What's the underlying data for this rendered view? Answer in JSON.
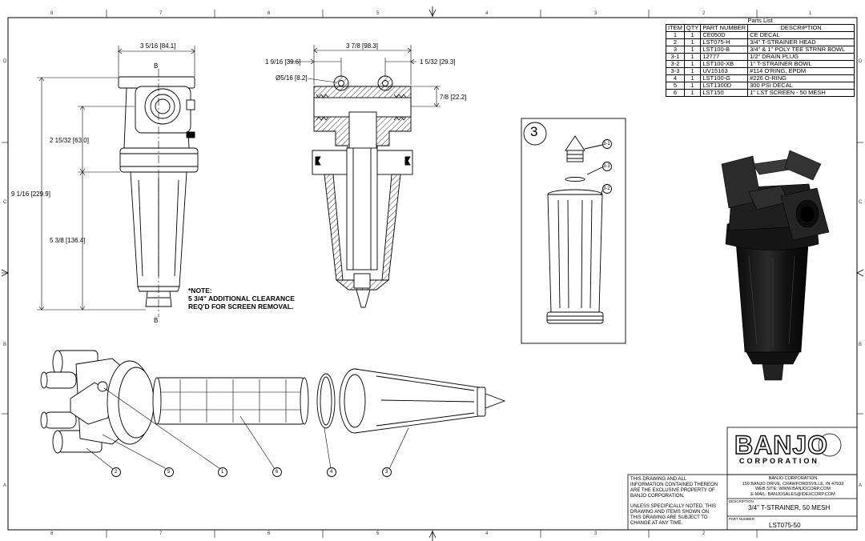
{
  "zones": {
    "top": [
      "8",
      "7",
      "6",
      "5",
      "4",
      "3",
      "2",
      "1"
    ],
    "side": [
      "D",
      "C",
      "B",
      "A"
    ]
  },
  "parts_list": {
    "title": "Parts List",
    "headers": [
      "ITEM",
      "QTY",
      "PART NUMBER",
      "DESCRIPTION"
    ],
    "rows": [
      [
        "1",
        "1",
        "CE050D",
        "CE DECAL"
      ],
      [
        "2",
        "1",
        "LST075-H",
        "3/4\" T-STRAINER HEAD"
      ],
      [
        "3",
        "1",
        "LST100-B",
        "3/4\" & 1\" POLY TEE STRNR BOWL"
      ],
      [
        "3-1",
        "1",
        "12777",
        "1/2\" DRAIN PLUG"
      ],
      [
        "3-2",
        "1",
        "LST100-XB",
        "1\" T-STRAINER BOWL"
      ],
      [
        "3-3",
        "1",
        "UV15163",
        "#114 O'RING, EPDM"
      ],
      [
        "4",
        "1",
        "LST100-G",
        "#226 O-RING"
      ],
      [
        "5",
        "1",
        "LST1300D",
        "300 PSI DECAL"
      ],
      [
        "6",
        "1",
        "LST150",
        "1\" LST SCREEN - 50 MESH"
      ]
    ]
  },
  "dimensions": {
    "front_width": "3 5/16 [84.1]",
    "overall_height": "9 1/16 [229.9]",
    "head_height": "2 15/32 [63.0]",
    "bowl_height": "5 3/8 [136.4]",
    "section_width": "3 7/8 [98.3]",
    "left_offset": "1 9/16 [39.6]",
    "right_offset": "1 5/32 [29.3]",
    "hole_dia": "Ø5/16 [8.2]",
    "port_height": "7/8 [22.2]"
  },
  "section_labels": {
    "top": "B",
    "bottom": "B"
  },
  "note": [
    "*NOTE:",
    "5 3/4\" ADDITIONAL CLEARANCE",
    "REQ'D FOR SCREEN REMOVAL."
  ],
  "detail": {
    "label": "3",
    "balloons": [
      "3-1",
      "3-3",
      "3-2"
    ]
  },
  "balloons": [
    "2",
    "5",
    "1",
    "6",
    "4",
    "3"
  ],
  "title_block": {
    "company_big": "BANJO",
    "company_sub": "CORPORATION",
    "address": [
      "BANJO CORPORATION",
      "150 BANJO DRIVE, CRAWFORDSVILLE, IN 47933",
      "WEB SITE: WWW.BANJOCORP.COM",
      "E-MAIL: BANJOSALES@IDEXCORP.COM"
    ],
    "desc_label": "DESCRIPTION",
    "description": "3/4\" T-STRAINER, 50 MESH",
    "part_label": "PART NUMBER",
    "part_number": "LST075-50",
    "prop_notice": [
      "THIS DRAWING AND ALL",
      "INFORMATION CONTAINED THEREON",
      "ARE THE EXCLUSIVE PROPERTY OF",
      "BANJO CORPORATION."
    ],
    "change_notice": [
      "UNLESS SPECIFICALLY NOTED, THIS",
      "DRAWING AND ITEMS SHOWN ON",
      "THIS DRAWING ARE SUBJECT TO",
      "CHANGE AT ANY TIME."
    ]
  }
}
